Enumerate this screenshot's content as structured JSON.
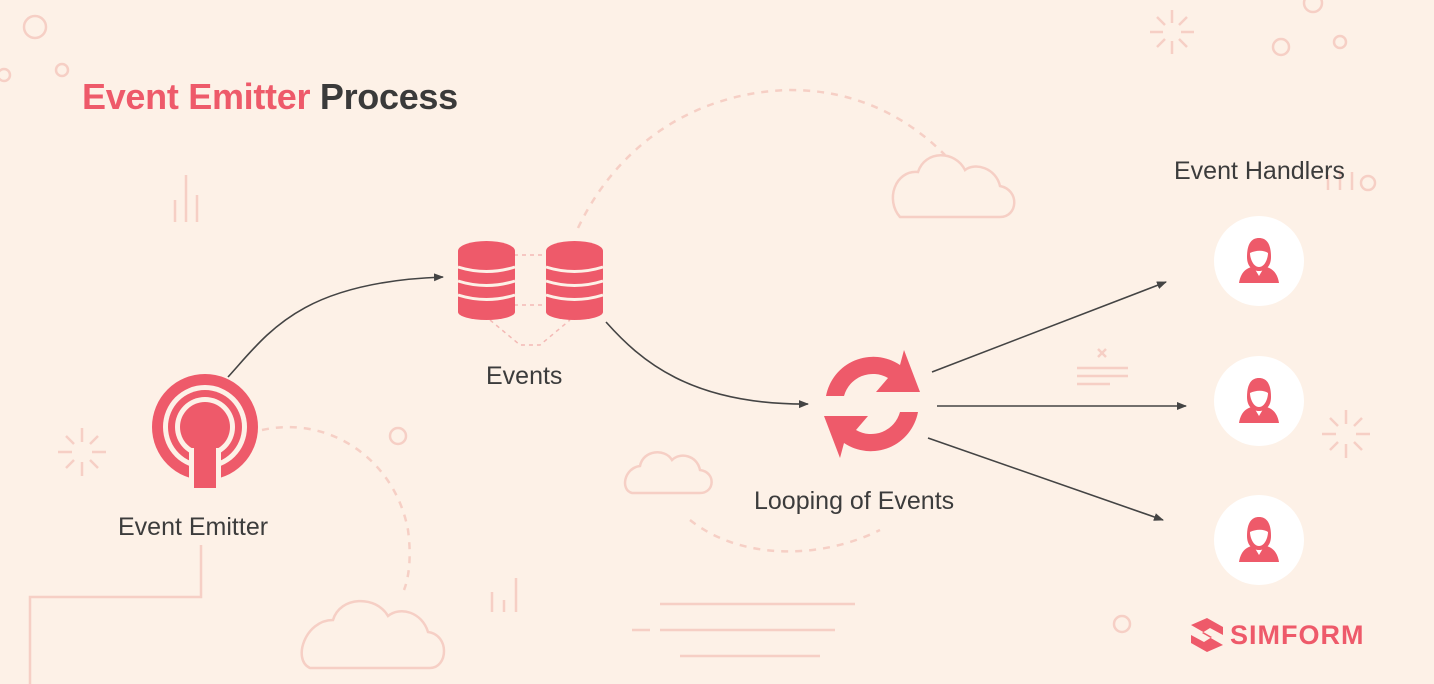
{
  "title": {
    "accent": "Event Emitter",
    "rest": "Process"
  },
  "nodes": {
    "emitter": "Event Emitter",
    "events": "Events",
    "loop": "Looping of Events",
    "handlers": "Event Handlers"
  },
  "brand": {
    "name": "SIMFORM"
  },
  "colors": {
    "accent": "#ee5a6a",
    "background": "#fdf1e7",
    "decor": "#f7d3ca",
    "text": "#3c3c3c"
  }
}
